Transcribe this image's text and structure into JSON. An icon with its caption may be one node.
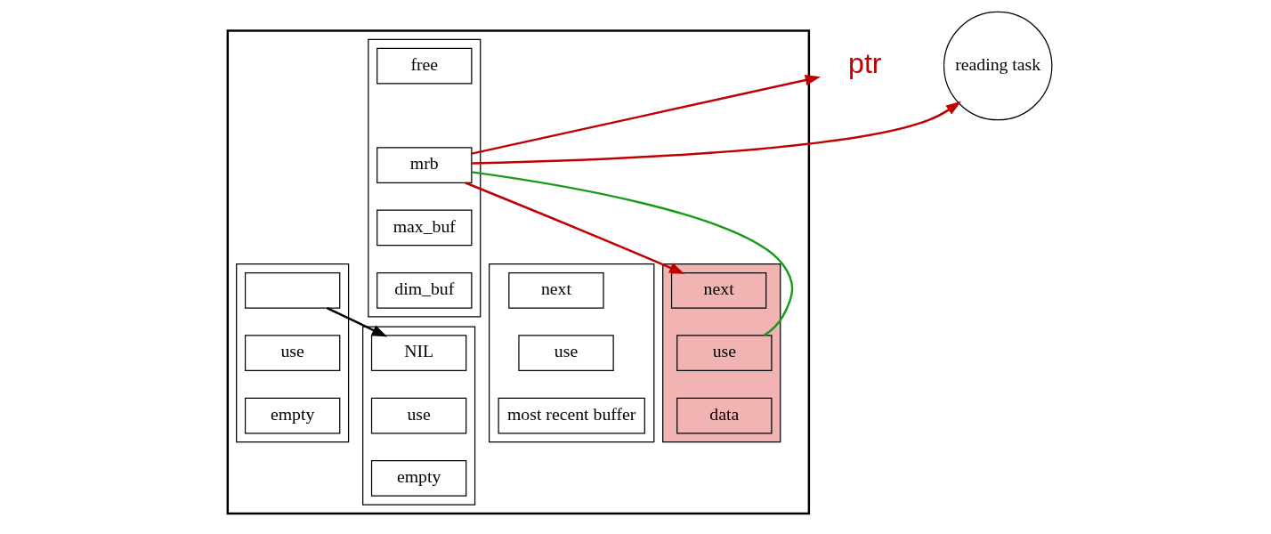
{
  "diagram": {
    "nodes": [
      {
        "text": [],
        "shape": "box"
      },
      {
        "text": [],
        "shape": "box",
        "in": 0
      },
      {
        "text": [
          "free"
        ],
        "in": 1
      },
      {
        "text": [
          "mrb"
        ],
        "in": 1
      },
      {
        "text": [
          "max_buf"
        ],
        "in": 1
      },
      {
        "text": [
          "dim_buf"
        ],
        "in": 1
      },
      {
        "text": [],
        "shape": "box",
        "in": 0
      },
      {
        "text": [
          "next"
        ],
        "in": 6
      },
      {
        "text": [
          "use"
        ],
        "in": 6
      },
      {
        "text": [
          "data"
        ],
        "in": 6
      },
      {
        "text": [],
        "shape": "box",
        "in": 0
      },
      {
        "text": [
          "next"
        ],
        "in": 10
      },
      {
        "text": [
          "use"
        ],
        "in": 10
      },
      {
        "text": [
          "most recent buffer"
        ],
        "in": 10
      },
      {
        "text": [],
        "shape": "box",
        "in": 0
      },
      {
        "text": [],
        "shape": "box",
        "in": 14
      },
      {
        "text": [
          "use"
        ],
        "in": 14
      },
      {
        "text": [
          "empty"
        ],
        "in": 14
      },
      {
        "text": [],
        "shape": "box",
        "in": 0
      },
      {
        "text": [
          "NIL"
        ],
        "in": 18
      },
      {
        "text": [
          "use"
        ],
        "in": 18
      },
      {
        "text": [
          "empty"
        ],
        "in": 18
      },
      {
        "text": [
          "ptr"
        ]
      },
      {
        "text": [
          "reading task"
        ]
      }
    ],
    "edges": [
      {
        "from": 3,
        "to": 22,
        "arrow": "to",
        "color": "#c00000"
      },
      {
        "from": 3,
        "to": 23,
        "arrow": "to",
        "color": "#c00000"
      },
      {
        "from": 3,
        "to": 7,
        "arrow": "to",
        "color": "#c00000"
      },
      {
        "from": 3,
        "to": 8,
        "arrow": "none",
        "color": "#1a9a1a"
      },
      {
        "from": 15,
        "to": 19,
        "arrow": "to",
        "color": "#000000"
      }
    ]
  }
}
